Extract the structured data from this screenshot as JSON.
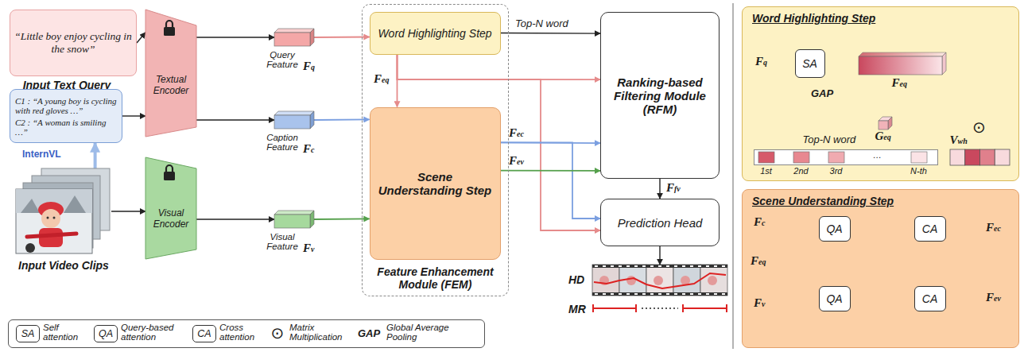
{
  "diagram": {
    "nodes": [
      {
        "text": [
          "“Little boy enjoy cycling in the snow”",
          "Input Text Query"
        ]
      },
      {
        "text": [
          "C1 : “A young boy is cycling with red gloves …”",
          "C2 : “A woman is smiling …”"
        ]
      },
      {
        "text": [
          "Input Video Clips"
        ]
      },
      {
        "text": [
          "Textual Encoder"
        ]
      },
      {
        "text": [
          "Visual Encoder"
        ]
      },
      {
        "text": [
          "Query Feature",
          "Fq"
        ]
      },
      {
        "text": [
          "Caption Feature",
          "Fc"
        ]
      },
      {
        "text": [
          "Visual Feature",
          "Fv"
        ]
      },
      {
        "text": [
          "Feature Enhancement Module (FEM)"
        ]
      },
      {
        "text": [
          "Word Highlighting Step"
        ],
        "in": 8
      },
      {
        "text": [
          "Scene Understanding Step"
        ],
        "in": 8
      },
      {
        "text": [
          "Ranking-based Filtering Module (RFM)"
        ]
      },
      {
        "text": [
          "Prediction Head"
        ]
      },
      {
        "text": [
          "HD",
          "MR"
        ]
      },
      {
        "text": [
          "Word Highlighting Step"
        ]
      },
      {
        "text": [
          "SA"
        ],
        "in": 14
      },
      {
        "text": [
          "Feq"
        ],
        "in": 14
      },
      {
        "text": [
          "Geq"
        ],
        "in": 14
      },
      {
        "text": [
          "⊙"
        ],
        "in": 14
      },
      {
        "text": [
          "Vwh"
        ],
        "in": 14
      },
      {
        "text": [
          "Top-N word",
          "1st",
          "2nd",
          "3rd",
          "…",
          "N-th"
        ],
        "in": 14
      },
      {
        "text": [
          "Scene Understanding Step"
        ]
      },
      {
        "text": [
          "QA"
        ],
        "in": 21
      },
      {
        "text": [
          "QA"
        ],
        "in": 21
      },
      {
        "text": [
          "CA"
        ],
        "in": 21
      },
      {
        "text": [
          "CA"
        ],
        "in": 21
      }
    ],
    "edges": [
      {
        "from": 0,
        "to": 3,
        "arrow": "to"
      },
      {
        "from": 1,
        "to": 3,
        "arrow": "to"
      },
      {
        "from": 2,
        "to": 4,
        "arrow": "to"
      },
      {
        "from": 2,
        "to": 1,
        "arrow": "to",
        "label": "InternVL"
      },
      {
        "from": 3,
        "to": 5,
        "arrow": "to"
      },
      {
        "from": 3,
        "to": 6,
        "arrow": "to"
      },
      {
        "from": 4,
        "to": 7,
        "arrow": "to"
      },
      {
        "from": 5,
        "to": 9,
        "arrow": "to"
      },
      {
        "from": 6,
        "to": 10,
        "arrow": "to"
      },
      {
        "from": 7,
        "to": 10,
        "arrow": "to"
      },
      {
        "from": 9,
        "to": 11,
        "arrow": "to",
        "label": "Top-N word"
      },
      {
        "from": 9,
        "to": 10,
        "arrow": "to",
        "label": "Feq"
      },
      {
        "from": 9,
        "to": 11,
        "arrow": "to"
      },
      {
        "from": 9,
        "to": 12,
        "arrow": "to"
      },
      {
        "from": 10,
        "to": 11,
        "arrow": "to",
        "label": "Fec"
      },
      {
        "from": 10,
        "to": 12,
        "arrow": "to"
      },
      {
        "from": 10,
        "to": 11,
        "arrow": "to",
        "label": "Fev"
      },
      {
        "from": 11,
        "to": 12,
        "arrow": "to",
        "label": "Ffv"
      },
      {
        "from": 12,
        "to": 13,
        "arrow": "to"
      },
      {
        "from": 15,
        "to": 16,
        "arrow": "to"
      },
      {
        "from": 15,
        "to": 17,
        "arrow": "to",
        "label": "GAP"
      },
      {
        "from": 16,
        "to": 18,
        "arrow": "to"
      },
      {
        "from": 17,
        "to": 18,
        "arrow": "to"
      },
      {
        "from": 18,
        "to": 19,
        "arrow": "to"
      },
      {
        "from": 19,
        "to": 20,
        "arrow": "to"
      },
      {
        "from": 22,
        "to": 24,
        "arrow": "to"
      },
      {
        "from": 22,
        "to": 25,
        "arrow": "to"
      },
      {
        "from": 23,
        "to": 24,
        "arrow": "to"
      },
      {
        "from": 23,
        "to": 25,
        "arrow": "to"
      }
    ],
    "labels": [
      "Fq",
      "Fc",
      "Feq",
      "Fv",
      "Fec",
      "Fev",
      "SA",
      "QA",
      "CA",
      "⊙",
      "GAP"
    ],
    "legend": [
      {
        "text": "Self attention"
      },
      {
        "text": "Query-based attention"
      },
      {
        "text": "Cross attention"
      },
      {
        "text": "Matrix Multiplication"
      },
      {
        "text": "Global Average Pooling"
      }
    ]
  }
}
